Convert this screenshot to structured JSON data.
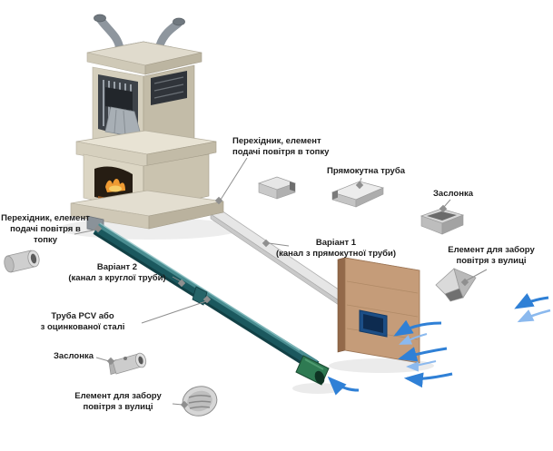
{
  "diagram": {
    "labels": {
      "adapter_top": {
        "lines": [
          "Перехідник, елемент",
          "подачі повітря в топку"
        ]
      },
      "rect_pipe": {
        "lines": [
          "Прямокутна труба"
        ]
      },
      "damper_top": {
        "lines": [
          "Заслонка"
        ]
      },
      "adapter_left": {
        "lines": [
          "Перехідник, елемент",
          "подачі повітря в топку"
        ]
      },
      "variant1": {
        "lines": [
          "Варіант 1",
          "(канал з прямокутної труби)"
        ]
      },
      "intake_right": {
        "lines": [
          "Елемент для забору",
          "повітря з вулиці"
        ]
      },
      "variant2": {
        "lines": [
          "Варіант 2",
          "(канал з круглої труби)"
        ]
      },
      "pipe_pcv": {
        "lines": [
          "Труба PCV або",
          "з оцинкованої сталі"
        ]
      },
      "damper_bottom": {
        "lines": [
          "Заслонка"
        ]
      },
      "intake_bottom": {
        "lines": [
          "Елемент для забору",
          "повітря з вулиці"
        ]
      }
    },
    "colors": {
      "round_pipe": "#1b585e",
      "pipe_highlight": "#5e999d",
      "pipe_end_elbow": "#2e7a52",
      "rect_duct": "#e6e6e6",
      "wall": "#c59c79",
      "wall_edge": "#93694a",
      "duct_opening": "#1c4e86",
      "airflow": "#2f80d6",
      "fire": "#ef9b33",
      "masonry_light": "#ddd8ca",
      "leader": "#8f8f8f"
    }
  }
}
